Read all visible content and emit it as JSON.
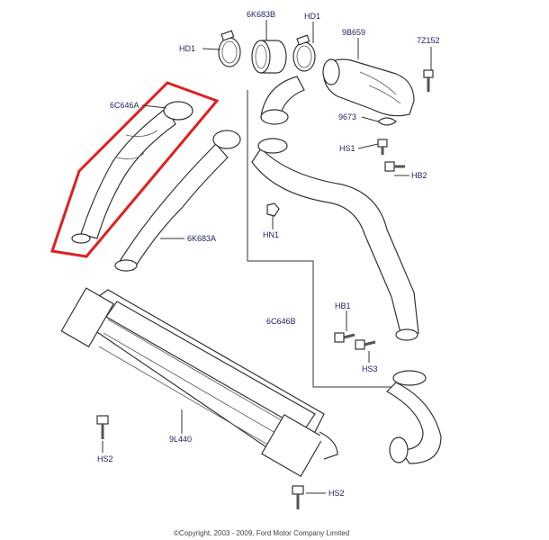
{
  "labels": {
    "hose_top": "6K683B",
    "clamp_top_left": "HD1",
    "clamp_top_right": "HD1",
    "throttle_pipe": "9B659",
    "bolt_top_right": "7Z152",
    "hose_highlighted": "6C646A",
    "clip": "9673",
    "bolt_hs1": "HS1",
    "bolt_hb2": "HB2",
    "nut_hn1": "HN1",
    "hose_lower": "6K683A",
    "pipe_long": "6C646B",
    "bolt_hb1": "HB1",
    "bolt_hs3": "HS3",
    "intercooler": "9L440",
    "bolt_hs2_left": "HS2",
    "bolt_hs2_bottom": "HS2"
  },
  "highlight_color": "#e02020",
  "copyright": "©Copyright, 2003 - 2009, Ford Motor Company Limited"
}
